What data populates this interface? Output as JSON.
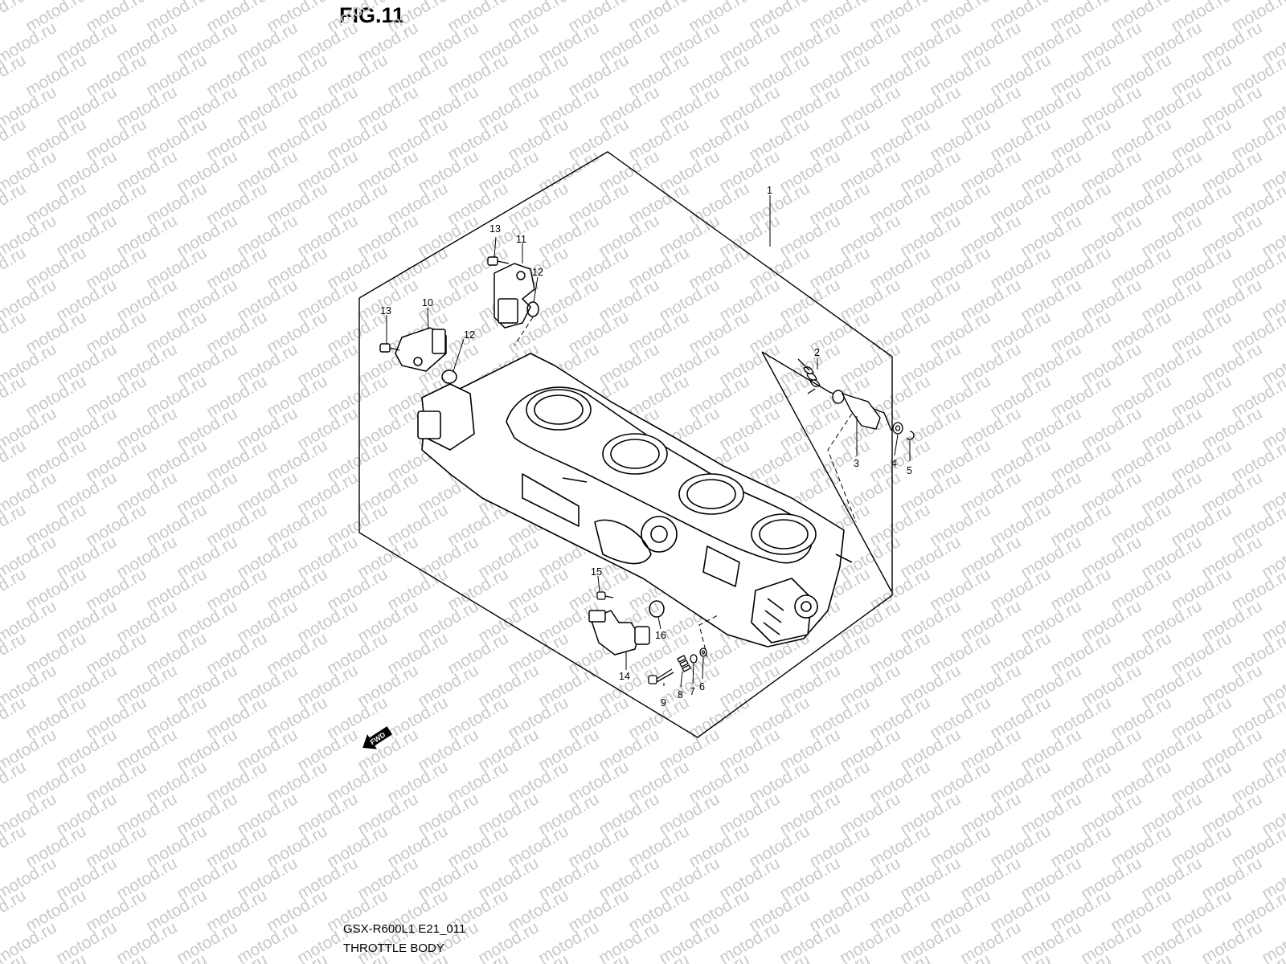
{
  "figure_label": "FIG.11",
  "diagram_code": "GSX-R600L1 E21_011",
  "diagram_name": "THROTTLE BODY",
  "watermark_text": "motod.ru",
  "direction_arrow": {
    "icon": "fwd-arrow-icon",
    "label": "FWD"
  },
  "callouts": [
    "1",
    "2",
    "3",
    "4",
    "5",
    "6",
    "7",
    "8",
    "9",
    "10",
    "11",
    "12",
    "12",
    "13",
    "13",
    "14",
    "15",
    "16"
  ],
  "colors": {
    "line": "#000000",
    "watermark": "#c9c9c9",
    "background": "#ffffff"
  }
}
